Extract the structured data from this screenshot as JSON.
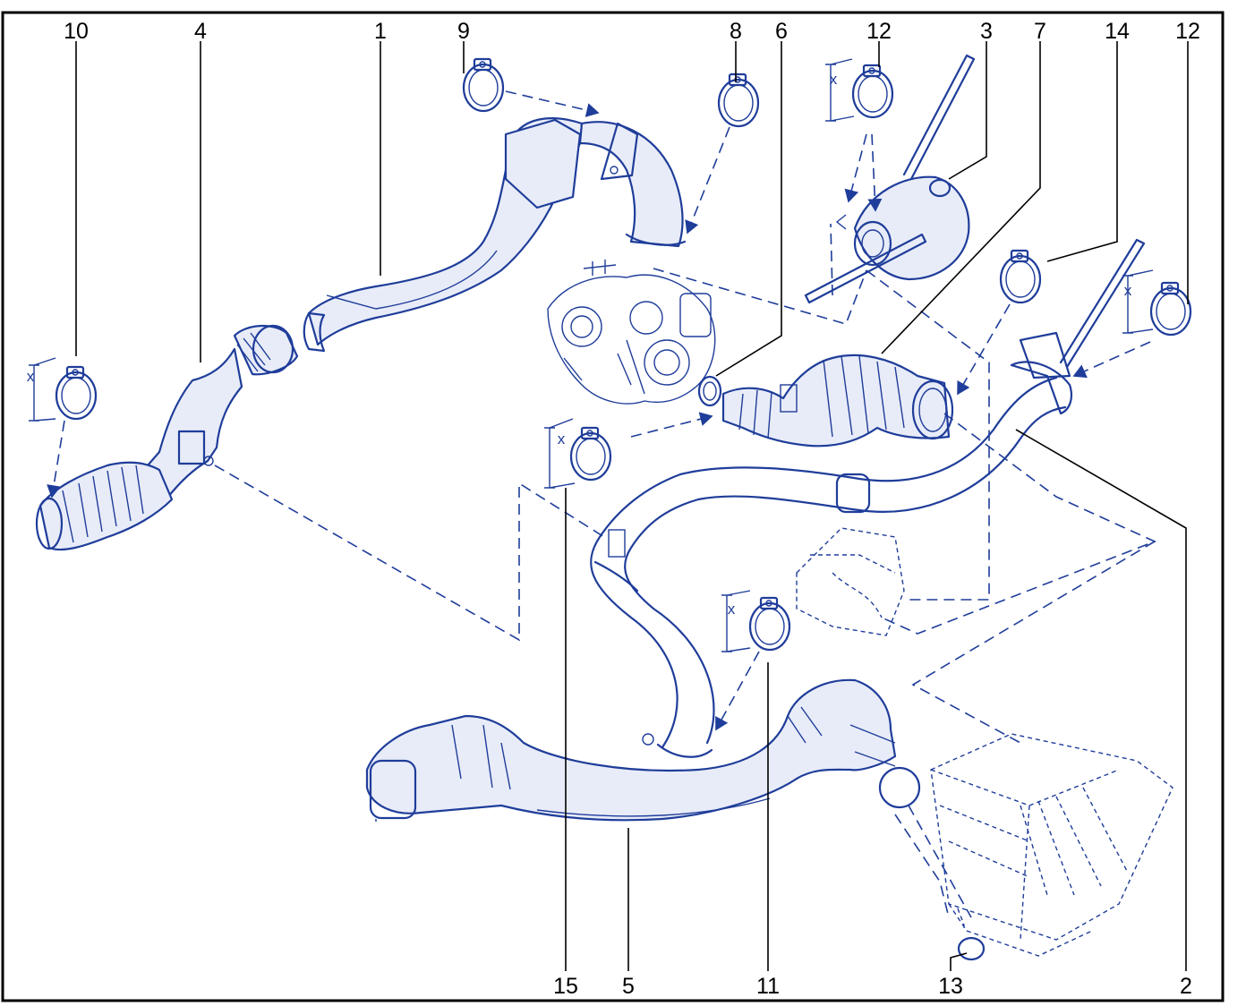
{
  "callouts_top": [
    "10",
    "4",
    "1",
    "9",
    "8",
    "6",
    "12",
    "3",
    "7",
    "14",
    "12"
  ],
  "callouts_bottom": [
    "15",
    "5",
    "11",
    "13",
    "2"
  ],
  "dimension_label": "x",
  "line_color": "#1f3d9a"
}
